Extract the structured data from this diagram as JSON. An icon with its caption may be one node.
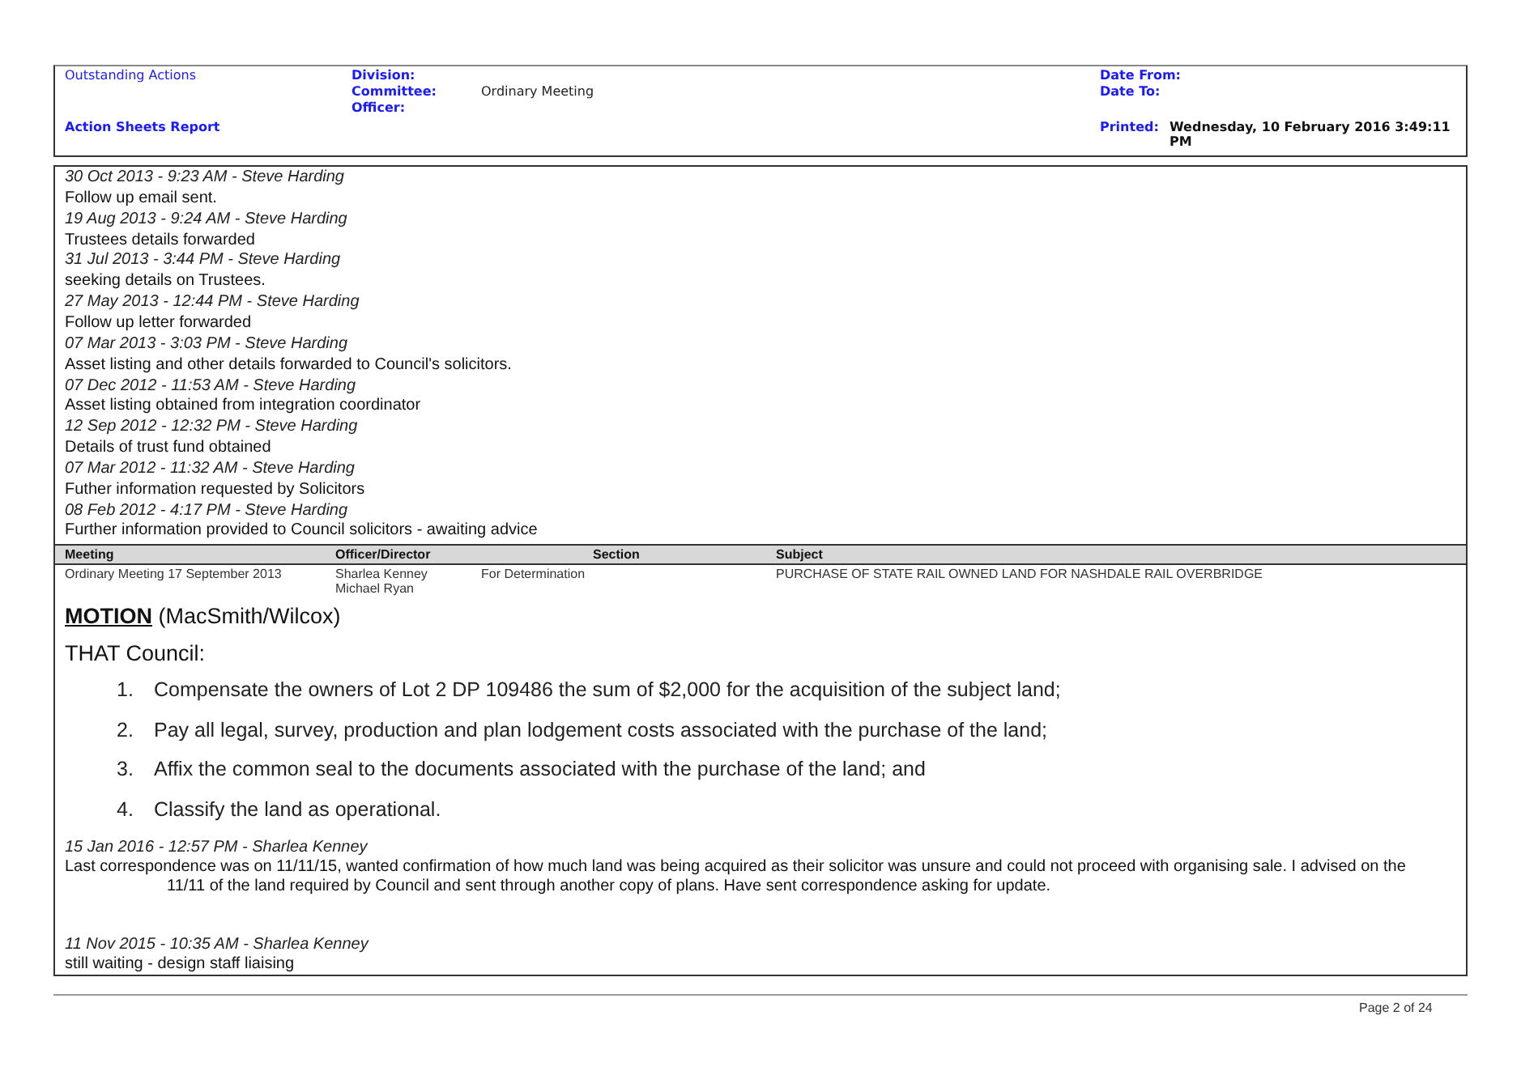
{
  "diagram": {
    "labels": [
      "Outstanding Actions",
      "Division:",
      "Committee:",
      "Ordinary Meeting",
      "Officer:",
      "Action Sheets Report",
      "Date From:",
      "Date To:",
      "Printed:",
      "Wednesday, 10 February 2016   3:49:11 PM",
      "30 Oct 2013 - 9:23 AM - Steve Harding",
      "Follow up email sent.",
      "19 Aug 2013 - 9:24 AM - Steve Harding",
      "Trustees details forwarded",
      "31 Jul 2013 - 3:44 PM - Steve Harding",
      "seeking details on Trustees.",
      "27 May 2013 - 12:44 PM - Steve Harding",
      "Follow up letter forwarded",
      "07 Mar 2013 - 3:03 PM - Steve Harding",
      "Asset listing and other details forwarded to Council's solicitors.",
      "07 Dec 2012 - 11:53 AM - Steve Harding",
      "Asset listing obtained from integration coordinator",
      "12 Sep 2012 - 12:32 PM - Steve Harding",
      "Details of trust fund obtained",
      "07 Mar 2012 - 11:32 AM - Steve Harding",
      "Futher information requested by Solicitors",
      "08 Feb 2012 - 4:17 PM - Steve Harding",
      "Further information provided to Council solicitors - awaiting advice",
      "Meeting",
      "Officer/Director",
      "Section",
      "Subject",
      "Ordinary Meeting 17 September 2013",
      "Sharlea Kenney Michael Ryan",
      "For Determination",
      "PURCHASE OF STATE RAIL OWNED LAND FOR NASHDALE RAIL OVERBRIDGE",
      "**MOTION** (MacSmith/Wilcox)",
      "THAT Council:",
      "1.",
      "Compensate the owners of Lot 2 DP 109486 the sum of $2,000 for the acquisition of the subject land;",
      "2.",
      "Pay all legal, survey, production and plan lodgement costs associated with the purchase of the land;",
      "3.",
      "Affix the common seal to the documents associated with the purchase of the land; and",
      "4.",
      "Classify the land as operational.",
      "15 Jan 2016 - 12:57 PM - Sharlea Kenney",
      "Last correspondence was on 11/11/15, wanted confirmation of how much land was being acquired as their solicitor was unsure and could not proceed with organising sale. I advised on the 11/11 of the land required by Council and sent through another copy of plans. Have sent correspondence asking for update.",
      "11 Nov 2015 - 10:35 AM - Sharlea Kenney",
      "still waiting - design staff liaising",
      "Page 2 of 24"
    ]
  }
}
